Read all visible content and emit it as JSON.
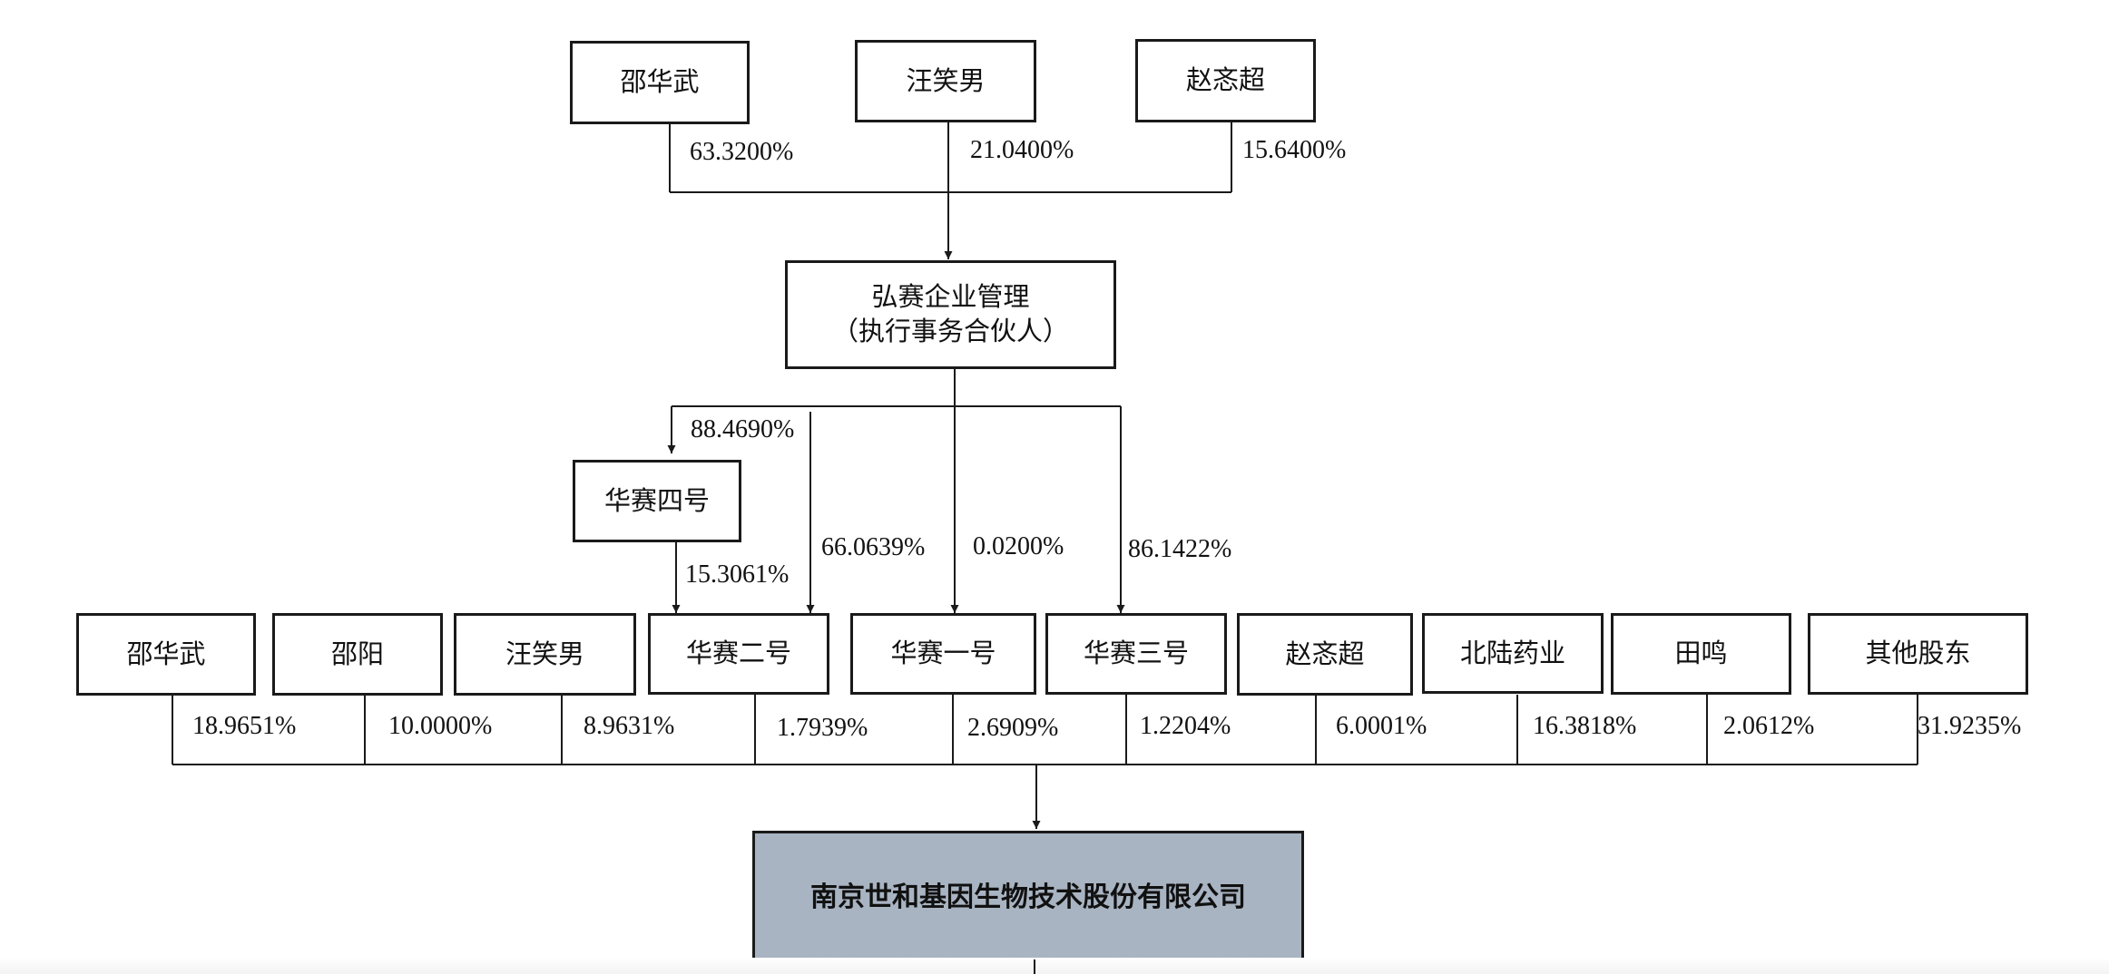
{
  "colors": {
    "line": "#1a1a1a",
    "company_fill": "#a9b4c2",
    "box_fill": "#ffffff"
  },
  "top": {
    "shaohuawu": "邵华武",
    "wangxiaonan": "汪笑男",
    "zhaonianchao": "赵忞超",
    "p_shaohuawu": "63.3200%",
    "p_wangxiaonan": "21.0400%",
    "p_zhaonianchao": "15.6400%"
  },
  "gp": {
    "line1": "弘赛企业管理",
    "line2": "（执行事务合伙人）"
  },
  "middle": {
    "huasai4": "华赛四号",
    "p_to_huasai4": "88.4690%",
    "p_to_huasai2": "66.0639%",
    "p_to_huasai1": "0.0200%",
    "p_to_huasai3": "86.1422%",
    "p_huasai4_to_huasai2": "15.3061%"
  },
  "shareholders": [
    {
      "name": "邵华武",
      "pct": "18.9651%"
    },
    {
      "name": "邵阳",
      "pct": "10.0000%"
    },
    {
      "name": "汪笑男",
      "pct": "8.9631%"
    },
    {
      "name": "华赛二号",
      "pct": "1.7939%"
    },
    {
      "name": "华赛一号",
      "pct": "2.6909%"
    },
    {
      "name": "华赛三号",
      "pct": "1.2204%"
    },
    {
      "name": "赵忞超",
      "pct": "6.0001%"
    },
    {
      "name": "北陆药业",
      "pct": "16.3818%"
    },
    {
      "name": "田鸣",
      "pct": "2.0612%"
    },
    {
      "name": "其他股东",
      "pct": "31.9235%"
    }
  ],
  "company": {
    "name": "南京世和基因生物技术股份有限公司"
  }
}
